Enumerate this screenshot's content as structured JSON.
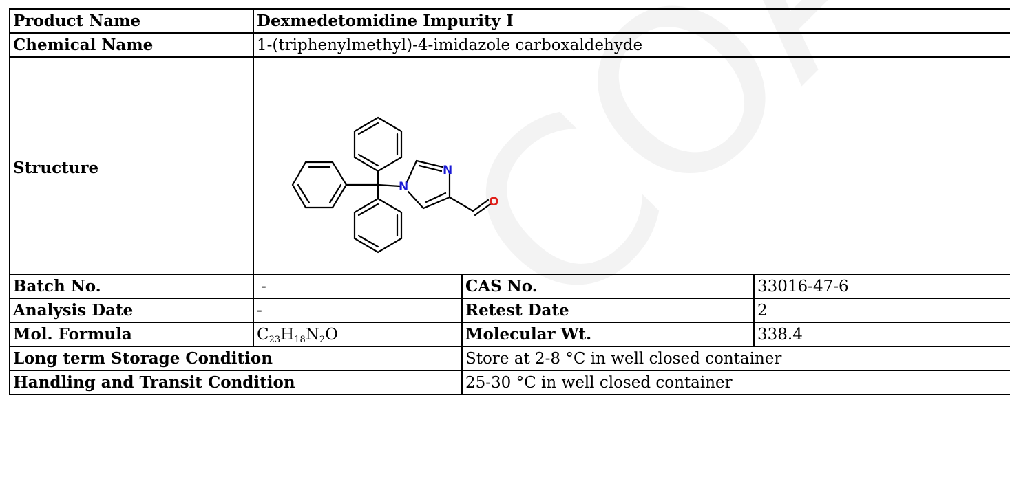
{
  "product_name": {
    "label": "Product Name",
    "value": "Dexmedetomidine Impurity I"
  },
  "chemical_name": {
    "label": "Chemical Name",
    "value": "1-(triphenylmethyl)-4-imidazole carboxaldehyde"
  },
  "structure": {
    "label": "Structure",
    "atom_n1": "N",
    "atom_n2": "N",
    "atom_o": "O"
  },
  "batch_no": {
    "label": "Batch No.",
    "value": "-"
  },
  "cas_no": {
    "label": "CAS No.",
    "value": "33016-47-6"
  },
  "analysis_date": {
    "label": "Analysis Date",
    "value": "-"
  },
  "retest_date": {
    "label": "Retest Date",
    "value": "2"
  },
  "mol_formula": {
    "label": "Mol. Formula",
    "parts": {
      "c": "C",
      "c_n": "23",
      "h": "H",
      "h_n": "18",
      "n": "N",
      "n_n": "2",
      "o": "O"
    }
  },
  "molecular_wt": {
    "label": "Molecular Wt.",
    "value": "338.4"
  },
  "long_term_storage": {
    "label": "Long term Storage Condition",
    "value": "Store at 2-8 °C in well closed container"
  },
  "handling_transit": {
    "label": "Handling and Transit Condition",
    "value": "25-30 °C in well closed container"
  },
  "watermark": {
    "text": "COA"
  },
  "colors": {
    "nitrogen": "#1a1ad6",
    "oxygen": "#e0201a",
    "border": "#000000",
    "watermark": "#f2f2f2"
  }
}
